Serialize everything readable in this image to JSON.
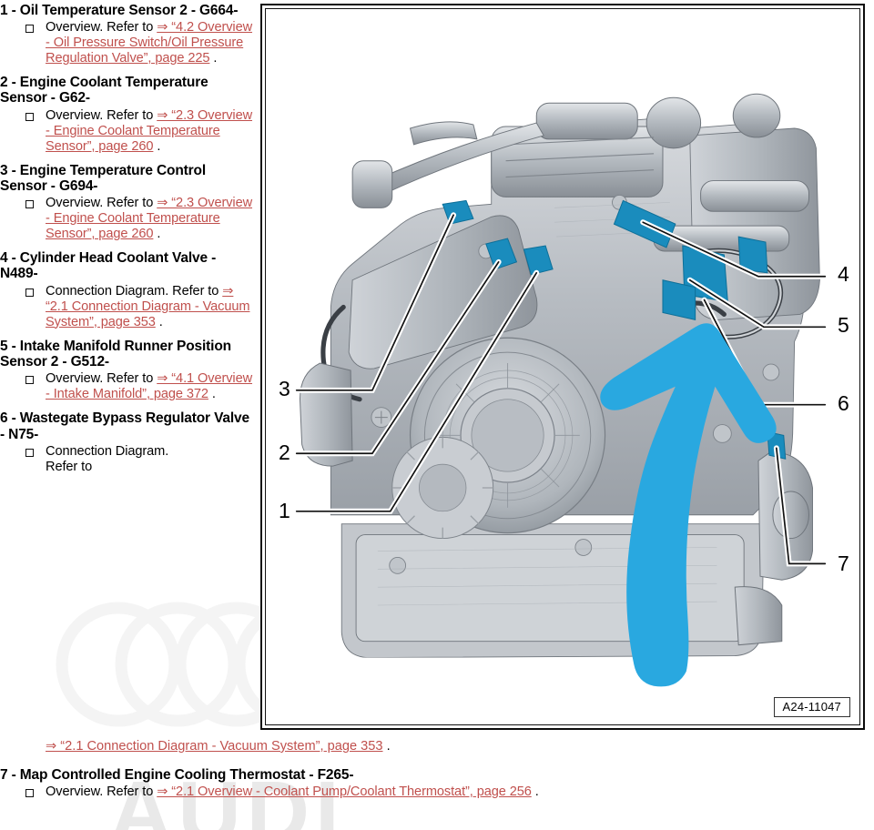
{
  "document": {
    "figure_code": "A24-11047",
    "watermark_text": "AUDI",
    "watermark_rings": "audi-four-rings"
  },
  "colors": {
    "xref_link": "#c0504d",
    "highlight_part": "#1a8cbd",
    "annotation_arrow": "#29a8e0",
    "engine_gray": "#b9bdc2"
  },
  "legend": [
    {
      "number": "1",
      "title": "1 - Oil Temperature Sensor 2 - G664-",
      "bullet_prefix": "Overview. Refer to",
      "link_text": "⇒ “4.2 Overview - Oil Pressure Switch/Oil Pressure Regulation Valve”, page 225",
      "terminator": "."
    },
    {
      "number": "2",
      "title": "2 - Engine Coolant Tempera­ture Sensor - G62-",
      "bullet_prefix": "Overview. Refer to",
      "link_text": "⇒ “2.3 Overview - Engine Coolant Tempera­ture Sensor”, page 260",
      "terminator": "."
    },
    {
      "number": "3",
      "title": "3 - Engine Temperature Con­trol Sensor - G694-",
      "bullet_prefix": "Overview. Refer to",
      "link_text": "⇒ “2.3 Overview - Engine Coolant Tempera­ture Sensor”, page 260",
      "terminator": "."
    },
    {
      "number": "4",
      "title": "4 - Cylinder Head Coolant Valve - N489-",
      "bullet_prefix": "Connection Diagram. Refer to",
      "link_text": "⇒ “2.1 Connection Dia­gram - Vacuum Sys­tem”, page 353",
      "terminator": "."
    },
    {
      "number": "5",
      "title": "5 - Intake Manifold Runner Po­sition Sensor 2 - G512-",
      "bullet_prefix": "Overview. Refer to",
      "link_text": "⇒ “4.1 Overview - Intake Manifold”, page 372",
      "terminator": "."
    },
    {
      "number": "6",
      "title": "6 - Wastegate Bypass Regula­tor Valve - N75-",
      "bullet_prefix": "Connection Diagram. Refer to",
      "link_text": "⇒ “2.1 Connection Diagram - Vacuum System”, page 353",
      "terminator": "."
    },
    {
      "number": "7",
      "title": "7 - Map Controlled Engine Cooling Thermostat - F265-",
      "bullet_prefix": "Overview. Refer to",
      "link_text": "⇒ “2.1 Overview - Coolant Pump/Coolant Thermostat”, page 256",
      "terminator": "."
    }
  ],
  "callouts": [
    {
      "label": "4",
      "side": "right"
    },
    {
      "label": "5",
      "side": "right"
    },
    {
      "label": "6",
      "side": "right"
    },
    {
      "label": "7",
      "side": "right"
    },
    {
      "label": "3",
      "side": "left"
    },
    {
      "label": "2",
      "side": "left"
    },
    {
      "label": "1",
      "side": "left"
    }
  ]
}
